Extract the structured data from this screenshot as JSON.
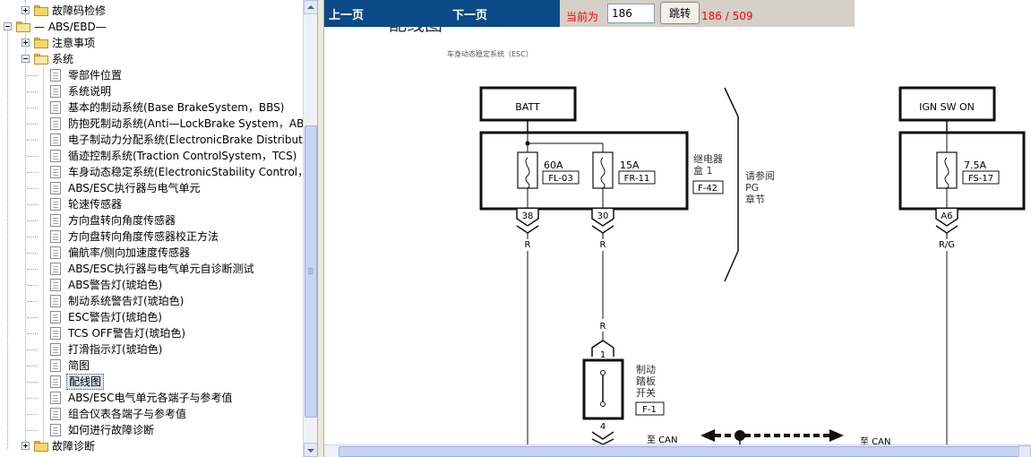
{
  "tree": {
    "items": [
      {
        "label": "故障码检修",
        "indent": 1,
        "kind": "folder",
        "toggle": "plus"
      },
      {
        "label": "— ABS/EBD—",
        "indent": 0,
        "kind": "folder-open",
        "toggle": "minus"
      },
      {
        "label": "注意事项",
        "indent": 1,
        "kind": "folder",
        "toggle": "plus"
      },
      {
        "label": "系统",
        "indent": 1,
        "kind": "folder-open",
        "toggle": "minus"
      },
      {
        "label": "零部件位置",
        "indent": 2,
        "kind": "doc"
      },
      {
        "label": "系统说明",
        "indent": 2,
        "kind": "doc"
      },
      {
        "label": "基本的制动系统(Base BrakeSystem，BBS)",
        "indent": 2,
        "kind": "doc"
      },
      {
        "label": "防抱死制动系统(Anti—LockBrake System，AB",
        "indent": 2,
        "kind": "doc"
      },
      {
        "label": "电子制动力分配系统(ElectronicBrake Distributi",
        "indent": 2,
        "kind": "doc"
      },
      {
        "label": "循迹控制系统(Traction ControlSystem，TCS)",
        "indent": 2,
        "kind": "doc"
      },
      {
        "label": "车身动态稳定系统(ElectronicStability Control，",
        "indent": 2,
        "kind": "doc"
      },
      {
        "label": "ABS/ESC执行器与电气单元",
        "indent": 2,
        "kind": "doc"
      },
      {
        "label": "轮速传感器",
        "indent": 2,
        "kind": "doc"
      },
      {
        "label": "方向盘转向角度传感器",
        "indent": 2,
        "kind": "doc"
      },
      {
        "label": "方向盘转向角度传感器校正方法",
        "indent": 2,
        "kind": "doc"
      },
      {
        "label": "偏航率/侧向加速度传感器",
        "indent": 2,
        "kind": "doc"
      },
      {
        "label": "ABS/ESC执行器与电气单元自诊断测试",
        "indent": 2,
        "kind": "doc"
      },
      {
        "label": "ABS警告灯(琥珀色)",
        "indent": 2,
        "kind": "doc"
      },
      {
        "label": "制动系统警告灯(琥珀色)",
        "indent": 2,
        "kind": "doc"
      },
      {
        "label": "ESC警告灯(琥珀色)",
        "indent": 2,
        "kind": "doc"
      },
      {
        "label": "TCS OFF警告灯(琥珀色)",
        "indent": 2,
        "kind": "doc"
      },
      {
        "label": "打滑指示灯(琥珀色)",
        "indent": 2,
        "kind": "doc"
      },
      {
        "label": "简图",
        "indent": 2,
        "kind": "doc"
      },
      {
        "label": "配线图",
        "indent": 2,
        "kind": "doc",
        "selected": true
      },
      {
        "label": "ABS/ESC电气单元各端子与参考值",
        "indent": 2,
        "kind": "doc"
      },
      {
        "label": "组合仪表各端子与参考值",
        "indent": 2,
        "kind": "doc"
      },
      {
        "label": "如何进行故障诊断",
        "indent": 2,
        "kind": "doc"
      },
      {
        "label": "故障诊断",
        "indent": 1,
        "kind": "folder",
        "toggle": "plus"
      }
    ]
  },
  "toolbar": {
    "prev_label": "上一页",
    "next_label": "下一页",
    "current_label": "当前为",
    "page_value": "186",
    "jump_label": "跳转",
    "page_count": "186 / 509"
  },
  "diagram": {
    "page_title": "配线图",
    "system_title": "车身动态稳定系统（ESC）",
    "batt_label": "BATT",
    "ign_label": "IGN SW ON",
    "fuse1_amp": "60A",
    "fuse1_id": "FL-03",
    "fuse2_amp": "15A",
    "fuse2_id": "FR-11",
    "fuse3_amp": "7.5A",
    "fuse3_id": "FS-17",
    "relay_box_lines": [
      "继电器",
      "盒 1"
    ],
    "relay_box_id": "F-42",
    "ref_lines": [
      "请参阅",
      "PG",
      "章节"
    ],
    "conn1": "38",
    "conn2": "30",
    "conn3": "A6",
    "wire1": "R",
    "wire2": "R",
    "wire3": "R/G",
    "wire_r_upper": "R",
    "pedal_pin_top": "1",
    "pedal_pin_bottom": "4",
    "pedal_lines": [
      "制动",
      "踏板",
      "开关"
    ],
    "pedal_id": "F-1",
    "can_left": "至 CAN",
    "can_right": "至 CAN"
  },
  "colors": {
    "nav_bar": "#0a4a86",
    "alert_text": "#ff0000",
    "selection": "#dde4f0"
  }
}
